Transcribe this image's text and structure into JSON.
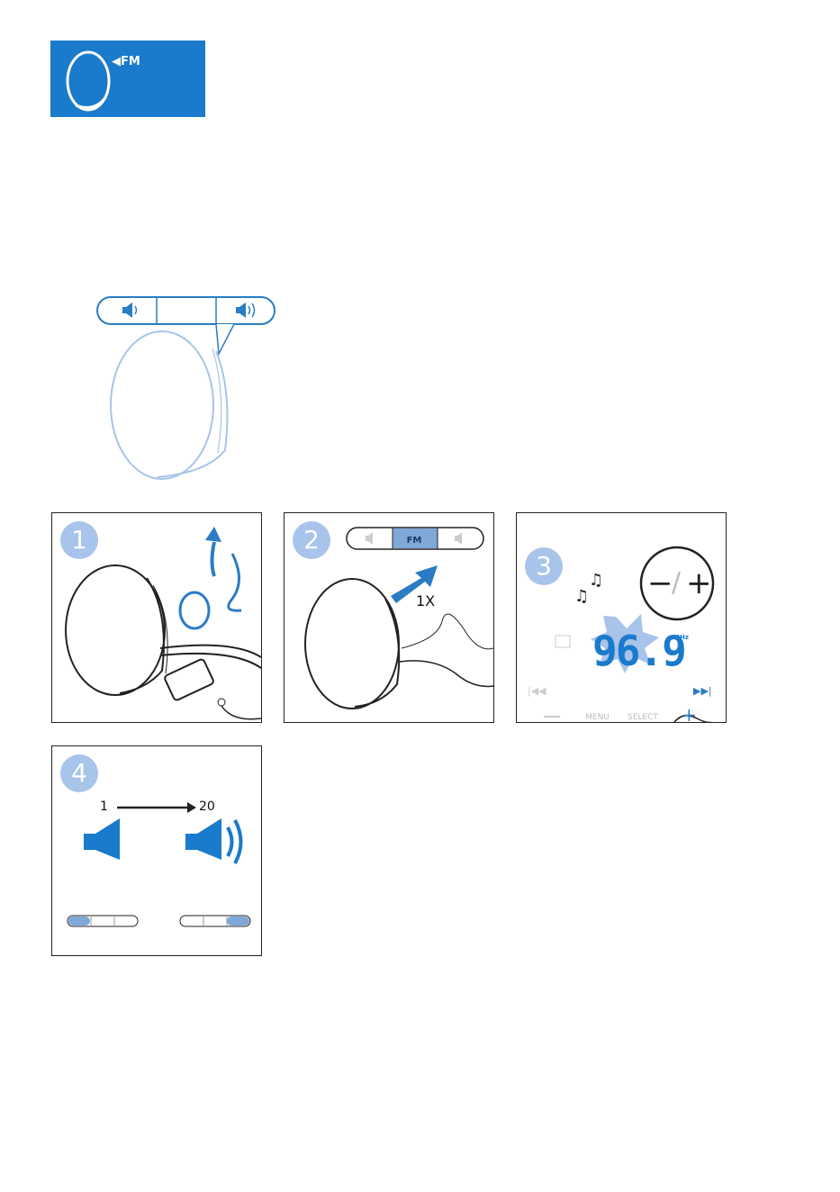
{
  "header": {
    "badge_label": "◀FM"
  },
  "steps": [
    {
      "number": "1"
    },
    {
      "number": "2",
      "segment_label": "FM",
      "press_count": "1X"
    },
    {
      "number": "3",
      "frequency": "96.9",
      "unit": "MHz",
      "minus": "−",
      "plus": "+",
      "menu": "MENU",
      "select": "SELECT"
    },
    {
      "number": "4",
      "volume_from": "1",
      "volume_to": "20"
    }
  ],
  "colors": {
    "accent_blue": "#1a7acb",
    "light_blue": "#a8c4ea",
    "outline_blue": "#2a7cc4"
  }
}
